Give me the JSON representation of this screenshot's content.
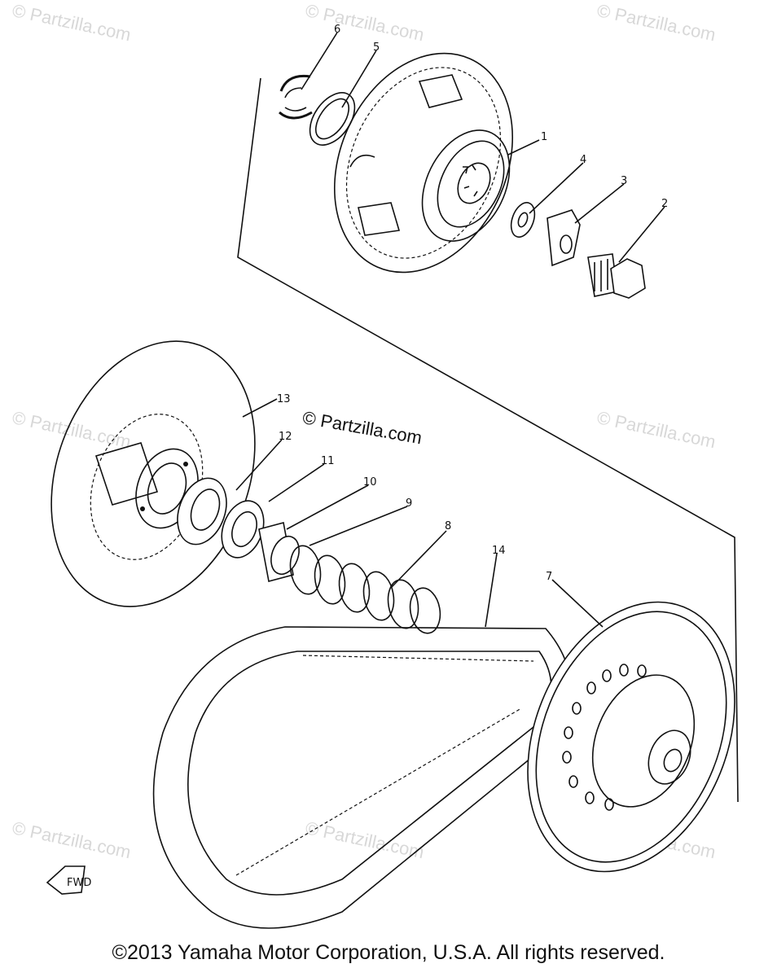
{
  "watermark": "© Partzilla.com",
  "center_watermark": "© Partzilla.com",
  "copyright": "©2013 Yamaha Motor Corporation, U.S.A. All rights reserved.",
  "fwd_label": "FWD",
  "callouts": [
    "1",
    "2",
    "3",
    "4",
    "5",
    "6",
    "7",
    "8",
    "9",
    "10",
    "11",
    "12",
    "13",
    "14"
  ]
}
